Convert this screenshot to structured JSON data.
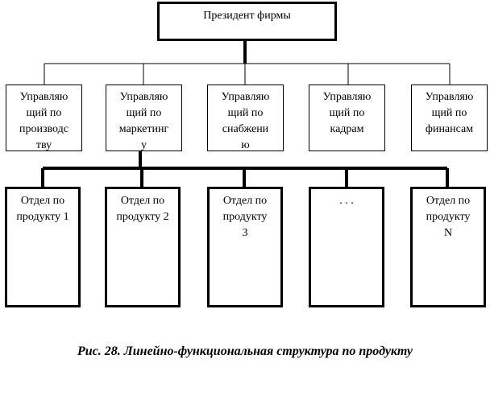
{
  "diagram": {
    "top": "Президент фирмы",
    "managers": [
      "Управляю\nщий по\nпроизводс\nтву",
      "Управляю\nщий по\nмаркетинг\nу",
      "Управляю\nщий по\nснабжени\nю",
      "Управляю\nщий по\nкадрам",
      "Управляю\nщий по\nфинансам"
    ],
    "departments": [
      "Отдел по\nпродукту 1",
      "Отдел по\nпродукту 2",
      "Отдел по\nпродукту\n3",
      ". . .",
      "Отдел по\nпродукту\nN"
    ]
  },
  "caption": "Рис. 28. Линейно-функциональная структура по продукту"
}
